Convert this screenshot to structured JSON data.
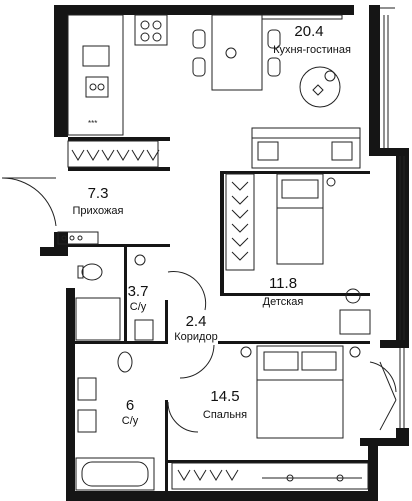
{
  "rooms": [
    {
      "id": "kitchen",
      "area": "20.4",
      "name": "Кухня-гостиная"
    },
    {
      "id": "hall",
      "area": "7.3",
      "name": "Прихожая"
    },
    {
      "id": "nursery",
      "area": "11.8",
      "name": "Детская"
    },
    {
      "id": "bath1",
      "area": "3.7",
      "name": "С/у"
    },
    {
      "id": "corridor",
      "area": "2.4",
      "name": "Коридор"
    },
    {
      "id": "bedroom",
      "area": "14.5",
      "name": "Спальня"
    },
    {
      "id": "bath2",
      "area": "6",
      "name": "С/у"
    }
  ]
}
